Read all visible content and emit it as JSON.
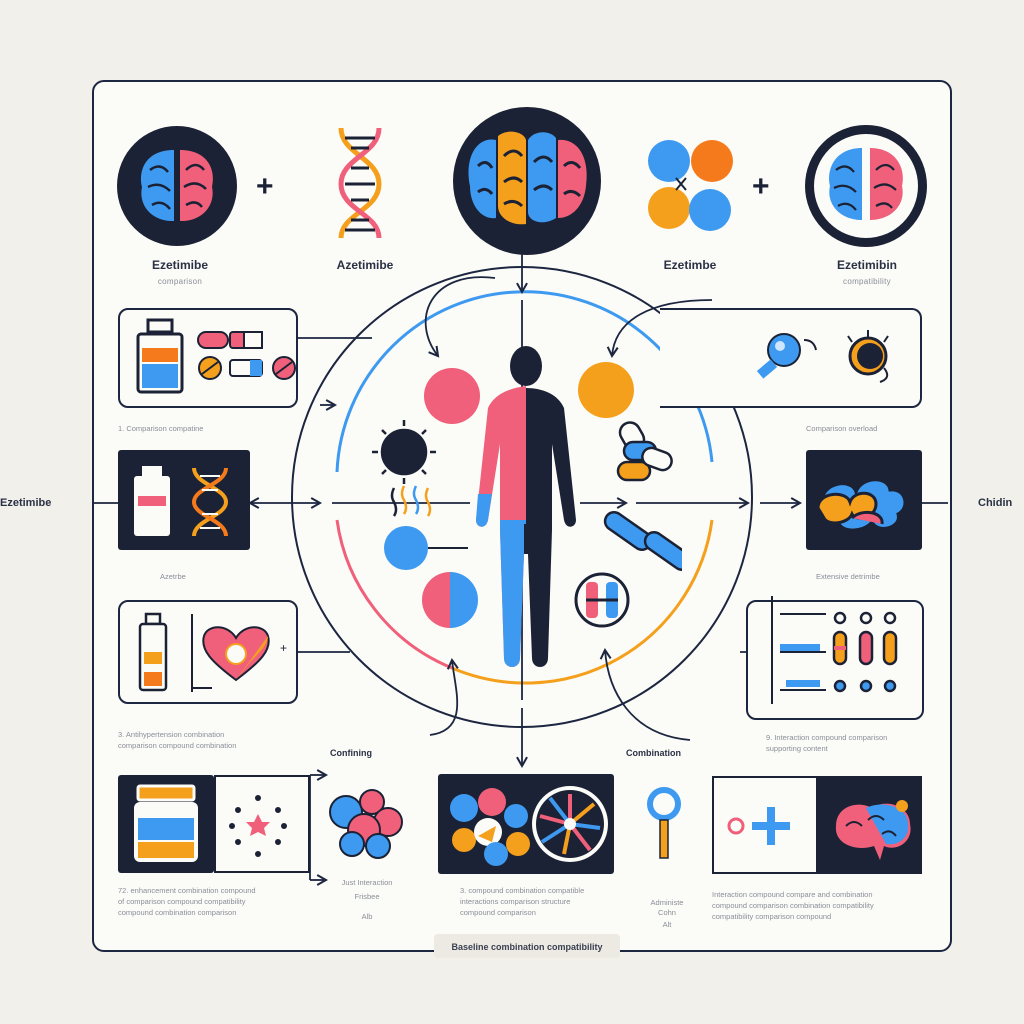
{
  "labels": {
    "top_1": "Ezetimibe",
    "top_1_sub": "comparison",
    "top_2": "Azetimibe",
    "top_3": "Ezetimbe",
    "top_4": "Ezetimibin",
    "top_4_sub": "compatibility",
    "side_left": "Ezetimibe",
    "side_right": "Chidin",
    "mid_left_caption": "Azetrbe",
    "mid_right_caption": "Extensive detrimbe",
    "caption_left_1": "1. Comparison compatine",
    "caption_right_1": "Comparison overload",
    "caption_left_3a": "3. Antihypertension combination",
    "caption_left_3b": "comparison compound combination",
    "center_bottom_left": "Confining",
    "center_bottom_right": "Combination",
    "caption_right_3a": "9. Interaction compound comparison",
    "caption_right_3b": "supporting content",
    "bottom_cap_1a": "72. enhancement combination compound",
    "bottom_cap_1b": "of comparison compound compatibility",
    "bottom_cap_1c": "compound combination comparison",
    "bottom_mid_l1": "Just Interaction",
    "bottom_mid_l2": "Frisbee",
    "bottom_mid_l3": "Alb",
    "bottom_cap_2a": "3. compound combination compatible",
    "bottom_cap_2b": "interactions comparison structure",
    "bottom_cap_2c": "compound comparison",
    "bottom_mid_r1": "Administe",
    "bottom_mid_r2": "Cohn",
    "bottom_mid_r3": "Alt",
    "bottom_cap_3a": "Interaction compound compare and combination",
    "bottom_cap_3b": "compound comparison combination compatibility",
    "bottom_cap_3c": "compatibility comparison compound",
    "footer": "Baseline combination compatibility"
  },
  "icons": {
    "brain": "brain-icon",
    "dna": "dna-helix-icon",
    "body": "human-body-icon",
    "pill": "pill-icon",
    "bottle": "medicine-bottle-icon",
    "heart": "heart-icon",
    "virus": "virus-icon",
    "cell": "cell-icon"
  },
  "colors": {
    "navy": "#1c2235",
    "pink": "#f0607a",
    "blue": "#3d9af0",
    "orange": "#f5a01c",
    "outline": "#1c2640"
  }
}
